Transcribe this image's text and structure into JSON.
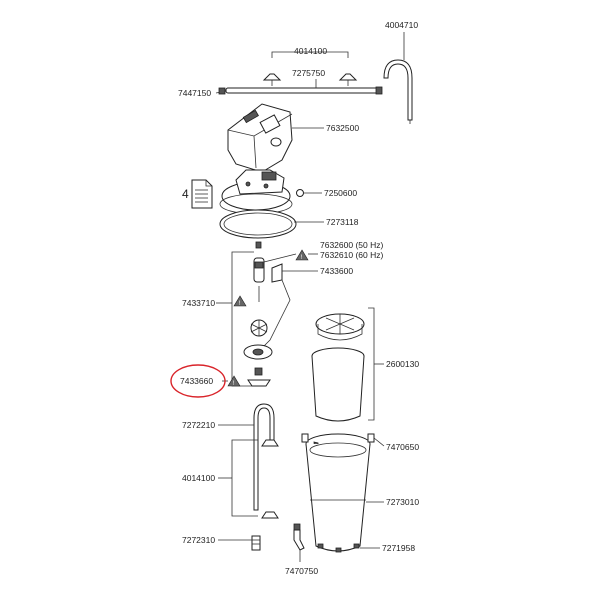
{
  "diagram": {
    "parts": {
      "p4004710": "4004710",
      "p4014100_top": "4014100",
      "p7275750": "7275750",
      "p7447150": "7447150",
      "p7632500": "7632500",
      "p7250600": "7250600",
      "p_manual": "4",
      "p7273118": "7273118",
      "p7632600": "7632600 (50 Hz)",
      "p7632610": "7632610 (60 Hz)",
      "p7433600": "7433600",
      "p7433710": "7433710",
      "p2600130": "2600130",
      "p7433660": "7433660",
      "p7272210": "7272210",
      "p7470650": "7470650",
      "p4014100_bottom": "4014100",
      "p7273010": "7273010",
      "p7272310": "7272310",
      "p7271958": "7271958",
      "p7470750": "7470750"
    },
    "highlighted_part": "7433660",
    "highlight_color": "#d9242a",
    "warning_icon": "warning-triangle-icon"
  }
}
